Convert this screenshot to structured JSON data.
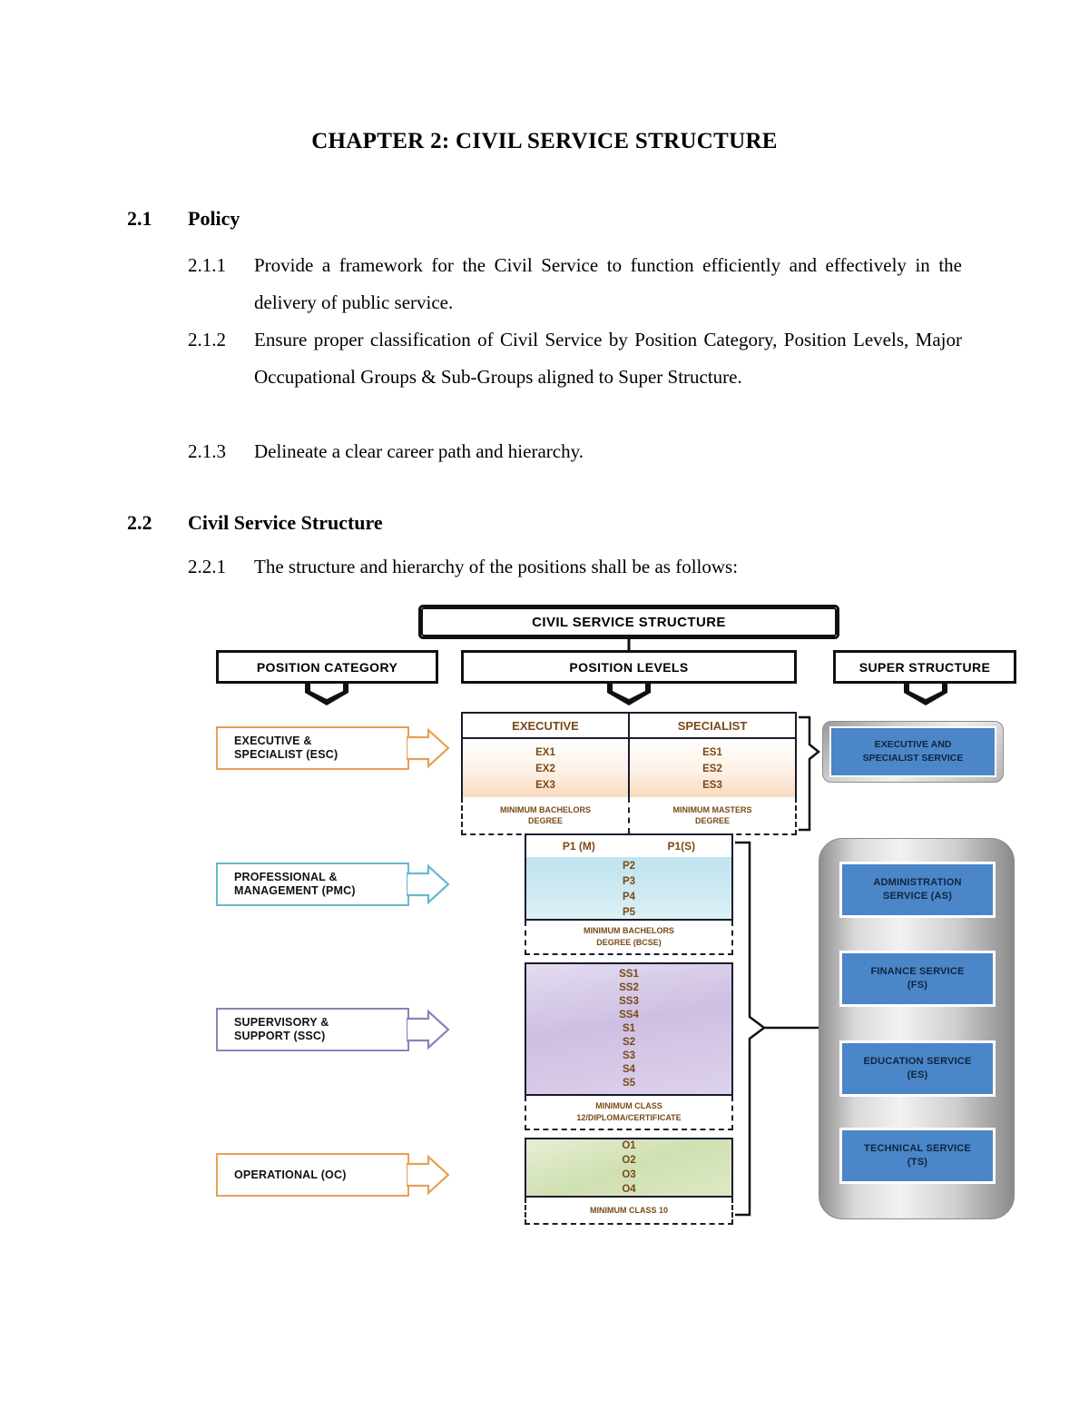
{
  "document": {
    "title": "CHAPTER 2: CIVIL SERVICE STRUCTURE",
    "sections": [
      {
        "number": "2.1",
        "heading": "Policy",
        "items": [
          {
            "number": "2.1.1",
            "text": "Provide a framework for the Civil Service to function efficiently and effectively in the delivery of public service."
          },
          {
            "number": "2.1.2",
            "text": "Ensure proper classification of Civil Service by Position Category, Position Levels, Major Occupational Groups & Sub-Groups aligned to Super Structure."
          },
          {
            "number": "2.1.3",
            "text": "Delineate a clear career path and hierarchy."
          }
        ]
      },
      {
        "number": "2.2",
        "heading": "Civil Service Structure",
        "items": [
          {
            "number": "2.2.1",
            "text": "The structure and hierarchy of the positions shall be as follows:"
          }
        ]
      }
    ]
  },
  "diagram": {
    "title": "CIVIL SERVICE STRUCTURE",
    "headers": {
      "position_category": "POSITION  CATEGORY",
      "position_levels": "POSITION  LEVELS",
      "super_structure": "SUPER STRUCTURE"
    },
    "categories": [
      {
        "label_line1": "EXECUTIVE &",
        "label_line2": "SPECIALIST (ESC)",
        "color": "#e8a055"
      },
      {
        "label_line1": "PROFESSIONAL &",
        "label_line2": "MANAGEMENT (PMC)",
        "color": "#66b9cf"
      },
      {
        "label_line1": "SUPERVISORY &",
        "label_line2": "SUPPORT (SSC)",
        "color": "#8d82b5"
      },
      {
        "label_line1": "OPERATIONAL (OC)",
        "label_line2": "",
        "color": "#e8a055"
      }
    ],
    "executive_specialist": {
      "col1_header": "EXECUTIVE",
      "col2_header": "SPECIALIST",
      "col1_levels": [
        "EX1",
        "EX2",
        "EX3"
      ],
      "col2_levels": [
        "ES1",
        "ES2",
        "ES3"
      ],
      "col1_min_line1": "MINIMUM BACHELORS",
      "col1_min_line2": "DEGREE",
      "col2_min_line1": "MINIMUM MASTERS",
      "col2_min_line2": "DEGREE"
    },
    "professional_management": {
      "top_left": "P1 (M)",
      "top_right": "P1(S)",
      "levels": [
        "P2",
        "P3",
        "P4",
        "P5"
      ],
      "min_line1": "MINIMUM BACHELORS",
      "min_line2": "DEGREE (BCSE)"
    },
    "supervisory_support": {
      "levels": [
        "SS1",
        "SS2",
        "SS3",
        "SS4",
        "S1",
        "S2",
        "S3",
        "S4",
        "S5"
      ],
      "min_line1": "MINIMUM CLASS",
      "min_line2": "12/DIPLOMA/CERTIFICATE"
    },
    "operational": {
      "levels": [
        "O1",
        "O2",
        "O3",
        "O4"
      ],
      "min_line1": "MINIMUM CLASS 10"
    },
    "super_structure": {
      "executive_service_line1": "EXECUTIVE AND",
      "executive_service_line2": "SPECIALIST SERVICE",
      "services": [
        {
          "line1": "ADMINISTRATION",
          "line2": "SERVICE (AS)"
        },
        {
          "line1": "FINANCE SERVICE",
          "line2": "(FS)"
        },
        {
          "line1": "EDUCATION SERVICE",
          "line2": "(ES)"
        },
        {
          "line1": "TECHNICAL SERVICE",
          "line2": "(TS)"
        }
      ],
      "box_color": "#4a86c8"
    }
  }
}
